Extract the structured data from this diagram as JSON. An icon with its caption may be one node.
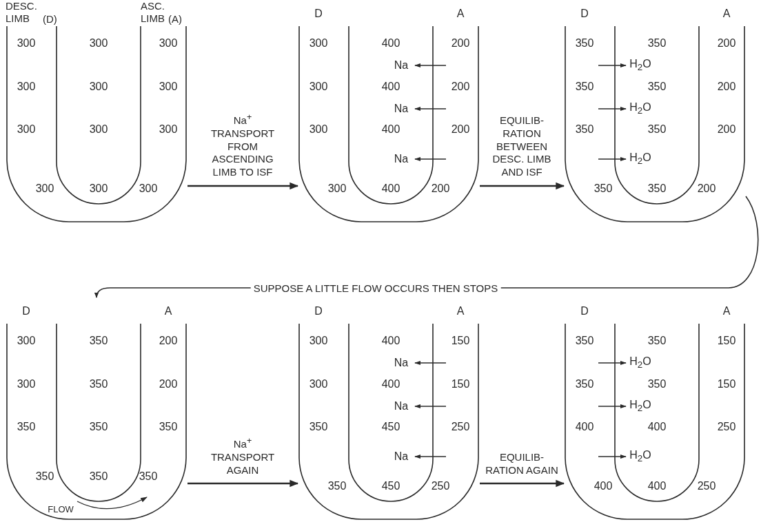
{
  "diagram": {
    "nodes": [
      {
        "text": [
          "DESC. LIMB",
          "(D)",
          "ASC. LIMB",
          "(A)",
          "300",
          "300",
          "300",
          "300",
          "300",
          "300",
          "300",
          "300",
          "300",
          "300",
          "300",
          "300"
        ]
      },
      {
        "text": [
          "D",
          "A",
          "300",
          "400",
          "200",
          "Na",
          "300",
          "400",
          "200",
          "Na",
          "300",
          "400",
          "200",
          "Na",
          "300",
          "400",
          "200"
        ]
      },
      {
        "text": [
          "D",
          "A",
          "350",
          "350",
          "200",
          "H$_{2}$O",
          "350",
          "350",
          "200",
          "H$_{2}$O",
          "350",
          "350",
          "200",
          "H$_{2}$O",
          "350",
          "350",
          "200"
        ]
      },
      {
        "text": [
          "D",
          "A",
          "300",
          "350",
          "200",
          "300",
          "350",
          "200",
          "350",
          "350",
          "350",
          "350",
          "350",
          "350",
          "FLOW"
        ]
      },
      {
        "text": [
          "D",
          "A",
          "300",
          "400",
          "150",
          "Na",
          "300",
          "400",
          "150",
          "Na",
          "350",
          "450",
          "250",
          "Na",
          "350",
          "450",
          "250"
        ]
      },
      {
        "text": [
          "D",
          "A",
          "350",
          "350",
          "150",
          "H$_{2}$O",
          "350",
          "350",
          "150",
          "H$_{2}$O",
          "400",
          "400",
          "250",
          "H$_{2}$O",
          "400",
          "400",
          "250"
        ]
      }
    ],
    "edges": [
      {
        "from": 0,
        "to": 1,
        "arrow": "to",
        "label": "Na$^{+}$ TRANSPORT FROM ASCENDING LIMB TO ISF"
      },
      {
        "from": 1,
        "to": 2,
        "arrow": "to",
        "label": "EQUILIB- RATION BETWEEN DESC. LIMB AND ISF"
      },
      {
        "from": 2,
        "to": 3,
        "arrow": "to",
        "label": "SUPPOSE A LITTLE FLOW OCCURS THEN STOPS"
      },
      {
        "from": 3,
        "to": 4,
        "arrow": "to",
        "label": "Na$^{+}$ TRANSPORT AGAIN"
      },
      {
        "from": 4,
        "to": 5,
        "arrow": "to",
        "label": "EQUILIB- RATION AGAIN"
      }
    ]
  }
}
